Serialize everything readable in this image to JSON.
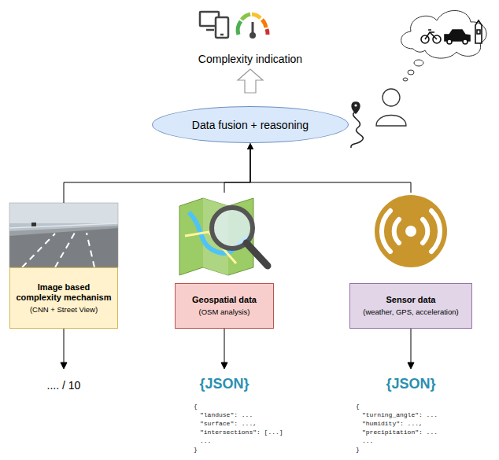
{
  "diagram": {
    "nodes": [
      {
        "text": [
          "Data fusion + reasoning"
        ]
      },
      {
        "text": [
          "Image based complexity mechanism",
          "(CNN + Street View)"
        ]
      },
      {
        "text": [
          "Geospatial data",
          "(OSM analysis)"
        ]
      },
      {
        "text": [
          "Sensor data",
          "(weather, GPS, acceleration)"
        ]
      }
    ],
    "edges": [
      {
        "from": 1,
        "to": 0,
        "arrow": "to"
      },
      {
        "from": 2,
        "to": 0,
        "arrow": "to"
      },
      {
        "from": 3,
        "to": 0,
        "arrow": "to"
      }
    ],
    "labels": [
      "Complexity indication",
      ".... / 10",
      "{JSON}",
      "{",
      "\"landuse\": ...",
      "\"surface\": ...,",
      "\"intersections\": [...]",
      "...",
      "}",
      "{JSON}",
      "{",
      "\"turning_angle\": ...",
      "\"humidity\": ...,",
      "\"precipitation\": ...",
      "...",
      "}"
    ]
  }
}
